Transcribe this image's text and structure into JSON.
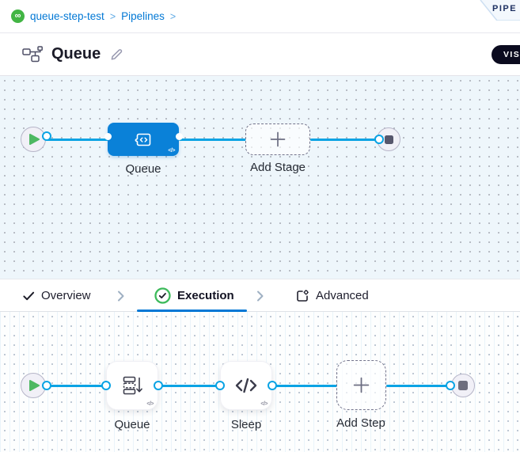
{
  "colors": {
    "accent_blue": "#0278d5",
    "connector_blue": "#0aa3e4",
    "stage_node_blue": "#0a81d8",
    "success_green": "#3dba5b",
    "project_green": "#42b544",
    "canvas_upper_bg": "#eef6fb",
    "toggle_pill_bg": "#0b0b1f"
  },
  "icons": {
    "project_glyph": "∞",
    "code_chip": "</>"
  },
  "breadcrumb": {
    "project": "queue-step-test",
    "separator": ">",
    "section": "Pipelines"
  },
  "ribbon": {
    "label": "PIPE"
  },
  "header": {
    "title": "Queue",
    "mode_toggle_label": "VISUAL"
  },
  "stage_pipeline": {
    "start_node": "play",
    "stage": {
      "label": "Queue",
      "icon": "custom-stage-code-icon"
    },
    "add_stage_label": "Add Stage",
    "end_node": "stop"
  },
  "tabs": [
    {
      "label": "Overview",
      "status": "completed",
      "active": false
    },
    {
      "label": "Execution",
      "status": "completed",
      "active": true
    },
    {
      "label": "Advanced",
      "status": "none",
      "active": false
    }
  ],
  "execution_pipeline": {
    "start_node": "play",
    "steps": [
      {
        "label": "Queue",
        "icon": "queue-icon"
      },
      {
        "label": "Sleep",
        "icon": "code-icon"
      }
    ],
    "add_step_label": "Add Step",
    "end_node": "stop"
  }
}
